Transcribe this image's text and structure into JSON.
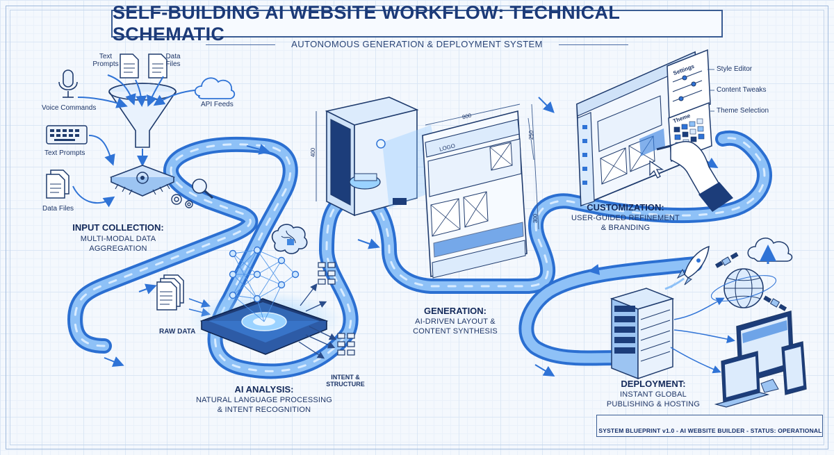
{
  "header": {
    "title": "SELF-BUILDING AI WEBSITE WORKFLOW: TECHNICAL SCHEMATIC",
    "subtitle": "AUTONOMOUS GENERATION & DEPLOYMENT SYSTEM"
  },
  "inputs": {
    "text_prompts_top": "Text\nPrompts",
    "data_files_top": "Data\nFiles",
    "voice_commands": "Voice Commands",
    "api_feeds": "API Feeds",
    "text_prompts": "Text Prompts",
    "data_files": "Data Files"
  },
  "stages": {
    "input": {
      "title": "INPUT COLLECTION:",
      "desc": "MULTI-MODAL DATA\nAGGREGATION"
    },
    "analysis": {
      "title": "AI ANALYSIS:",
      "desc": "NATURAL LANGUAGE PROCESSING\n& INTENT RECOGNITION",
      "raw_data": "RAW DATA",
      "intent": "INTENT &\nSTRUCTURE"
    },
    "generation": {
      "title": "GENERATION:",
      "desc": "AI-DRIVEN LAYOUT &\nCONTENT SYNTHESIS",
      "logo": "LOGO",
      "dim_w": "800",
      "dim_h": "400",
      "dim_side": "250",
      "dim_page": "300"
    },
    "customization": {
      "title": "CUSTOMIZATION:",
      "desc": "USER-GUIDED REFINEMENT\n& BRANDING",
      "settings": "Settings",
      "theme": "Theme",
      "options": [
        "Style Editor",
        "Content Tweaks",
        "Theme Selection"
      ]
    },
    "deployment": {
      "title": "DEPLOYMENT:",
      "desc": "INSTANT GLOBAL\nPUBLISHING & HOSTING"
    }
  },
  "status_bar": {
    "text": "SYSTEM BLUEPRINT v1.0 - AI WEBSITE BUILDER - STATUS: OPERATIONAL"
  },
  "colors": {
    "pipe": "#3f86e0",
    "pipe_light": "#bcd8fb",
    "ink": "#1b2f57",
    "accent": "#2f7de0"
  }
}
